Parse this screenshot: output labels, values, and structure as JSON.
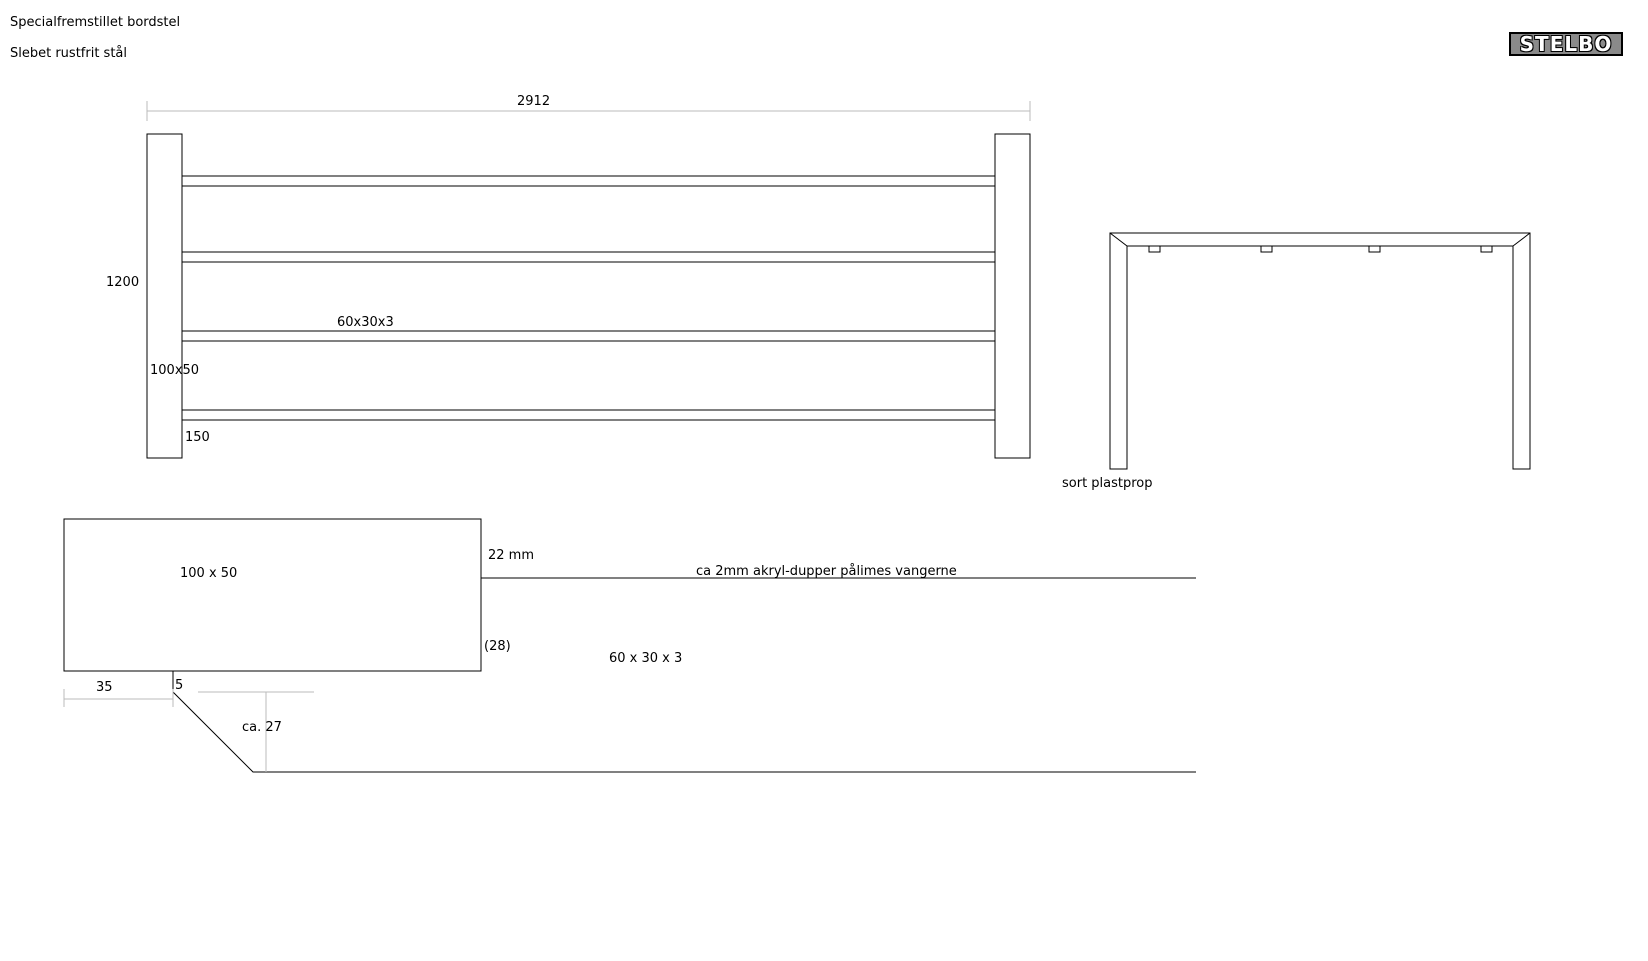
{
  "header": {
    "title": "Specialfremstillet bordstel",
    "material": "Slebet rustfrit stål"
  },
  "logo": {
    "text": "STELBO"
  },
  "top_view": {
    "length": "2912",
    "width": "1200",
    "rail_profile": "60x30x3",
    "leg_profile": "100x50",
    "offset": "150"
  },
  "end_view": {
    "foot_note": "sort plastprop"
  },
  "detail": {
    "leg_section": "100 x 50",
    "height_22": "22 mm",
    "height_28": "(28)",
    "acrylic_note": "ca 2mm akryl-dupper pålimes vangerne",
    "rail_section": "60 x 30  x 3",
    "dim_35": "35",
    "dim_5": "5",
    "dim_27": "ca. 27"
  },
  "colors": {
    "line": "#000000",
    "dimension_line": "#bbbbbb",
    "logo_bg": "#8a8a8a"
  }
}
